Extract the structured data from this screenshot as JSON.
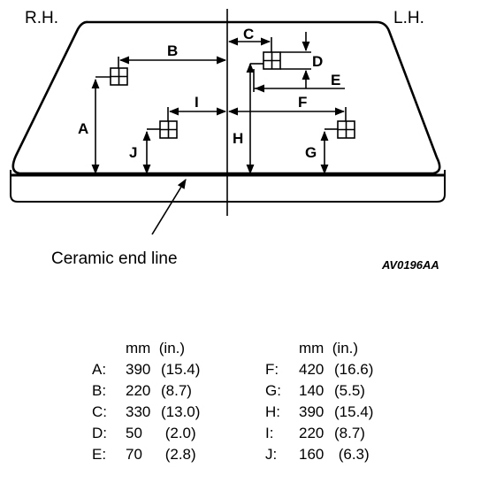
{
  "labels": {
    "rh": "R.H.",
    "lh": "L.H.",
    "ceramic": "Ceramic end line",
    "figure_code": "AV0196AA"
  },
  "dims": {
    "A": "A",
    "B": "B",
    "C": "C",
    "D": "D",
    "E": "E",
    "F": "F",
    "G": "G",
    "H": "H",
    "I": "I",
    "J": "J"
  },
  "legend": {
    "left_header": "mm  (in.)",
    "right_header": "mm  (in.)",
    "left": [
      {
        "key": "A:",
        "mm": "390",
        "in": "(15.4)"
      },
      {
        "key": "B:",
        "mm": "220",
        "in": "(8.7)"
      },
      {
        "key": "C:",
        "mm": "330",
        "in": "(13.0)"
      },
      {
        "key": "D:",
        "mm": "50",
        "in": " (2.0)"
      },
      {
        "key": "E:",
        "mm": "70",
        "in": " (2.8)"
      }
    ],
    "right": [
      {
        "key": "F:",
        "mm": "420",
        "in": "(16.6)"
      },
      {
        "key": "G:",
        "mm": "140",
        "in": "(5.5)"
      },
      {
        "key": "H:",
        "mm": "390",
        "in": "(15.4)"
      },
      {
        "key": "I:",
        "mm": "220",
        "in": "(8.7)"
      },
      {
        "key": "J:",
        "mm": "160",
        "in": " (6.3)"
      }
    ]
  }
}
